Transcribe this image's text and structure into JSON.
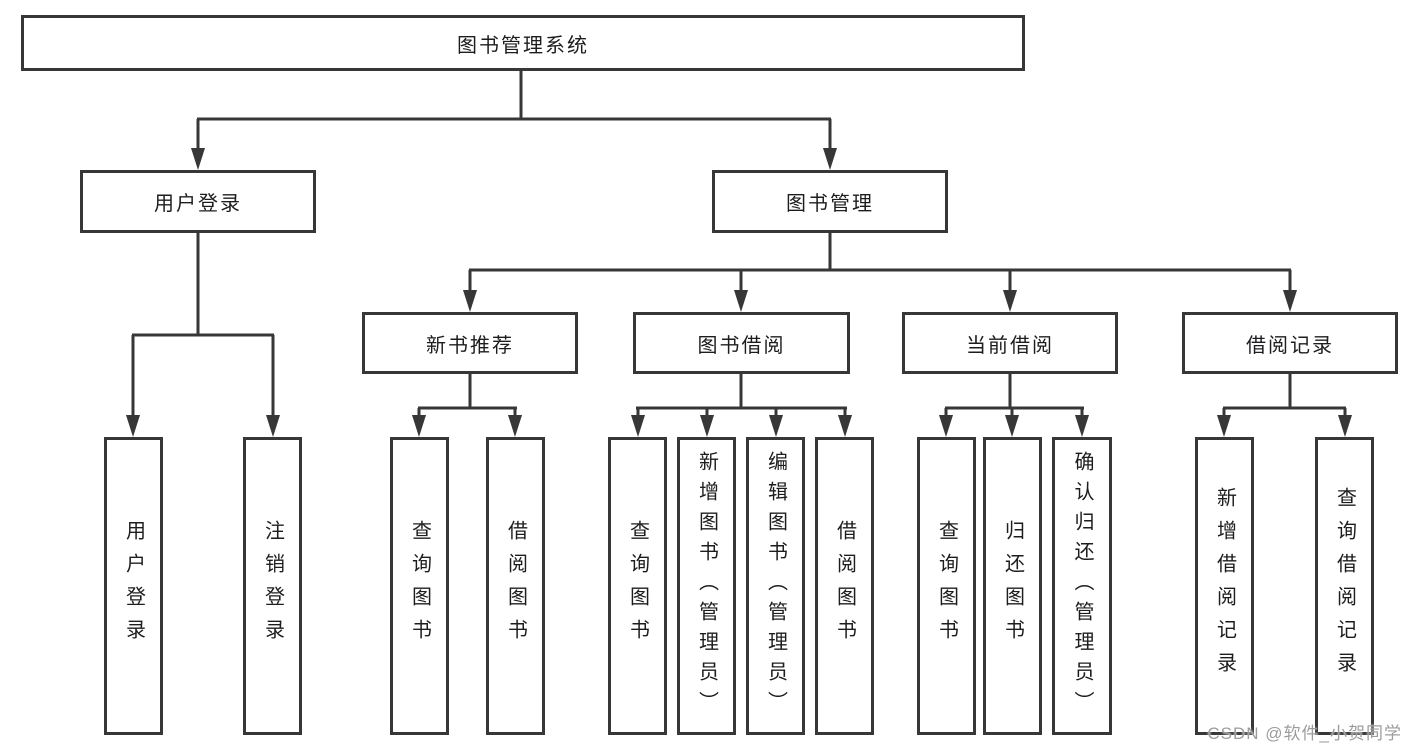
{
  "tree": {
    "root": {
      "label": "图书管理系统"
    },
    "branches": [
      {
        "label": "用户登录",
        "children": [
          {
            "label": "用户登录"
          },
          {
            "label": "注销登录"
          }
        ]
      },
      {
        "label": "图书管理",
        "children": [
          {
            "label": "新书推荐",
            "children": [
              {
                "label": "查询图书"
              },
              {
                "label": "借阅图书"
              }
            ]
          },
          {
            "label": "图书借阅",
            "children": [
              {
                "label": "查询图书"
              },
              {
                "label": "新增图书（管理员）"
              },
              {
                "label": "编辑图书（管理员）"
              },
              {
                "label": "借阅图书"
              }
            ]
          },
          {
            "label": "当前借阅",
            "children": [
              {
                "label": "查询图书"
              },
              {
                "label": "归还图书"
              },
              {
                "label": "确认归还（管理员）"
              }
            ]
          },
          {
            "label": "借阅记录",
            "children": [
              {
                "label": "新增借阅记录"
              },
              {
                "label": "查询借阅记录"
              }
            ]
          }
        ]
      }
    ]
  },
  "watermark": {
    "text": "CSDN @软件_小贺同学"
  },
  "colors": {
    "line": "#373737",
    "text": "#1d1d1f",
    "watermark": "#9c9c9c",
    "background": "#ffffff"
  }
}
